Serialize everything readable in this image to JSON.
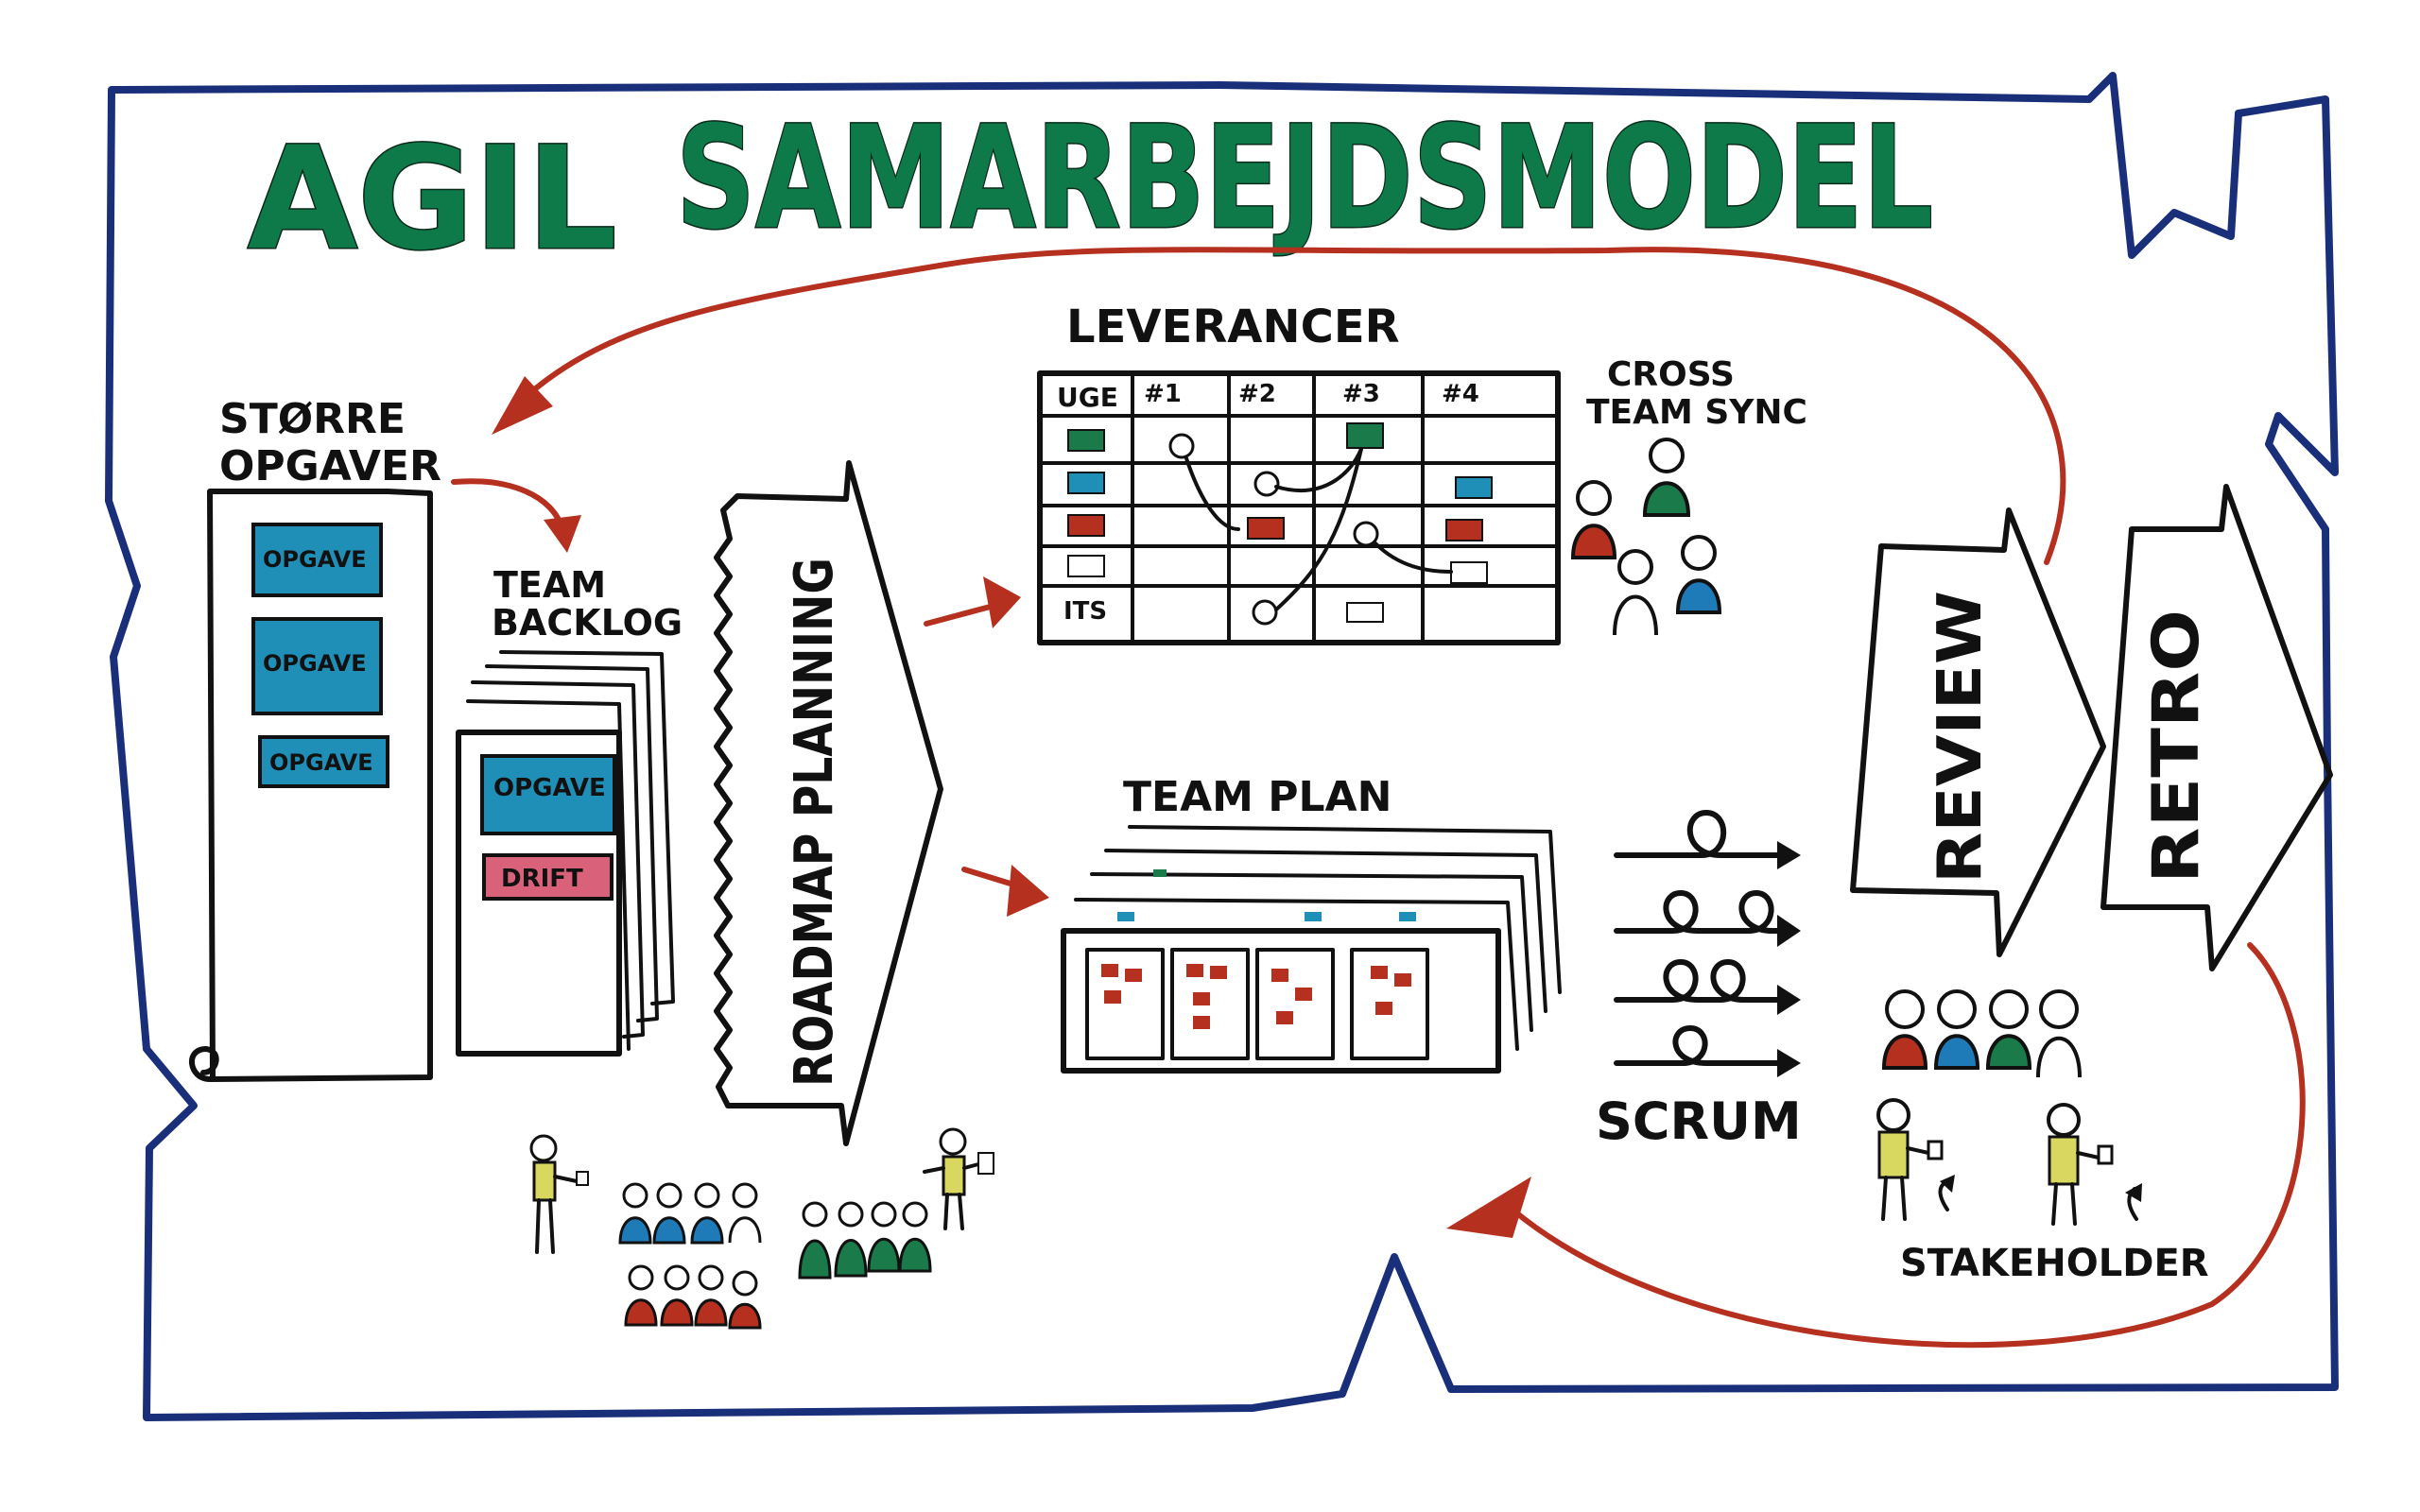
{
  "title_left": "AGIL",
  "title_right": "SAMARBEJDSMODEL",
  "larger_tasks": {
    "heading_line1": "STØRRE",
    "heading_line2": "OPGAVER",
    "items": [
      "OPGAVE",
      "OPGAVE",
      "OPGAVE"
    ]
  },
  "team_backlog": {
    "heading_line1": "TEAM",
    "heading_line2": "BACKLOG",
    "items": [
      "OPGAVE",
      "DRIFT"
    ]
  },
  "roadmap_planning": "ROADMAP PLANNING",
  "deliverables": {
    "heading": "LEVERANCER",
    "week_header": "UGE",
    "weeks": [
      "#1",
      "#2",
      "#3",
      "#4"
    ],
    "its_label": "ITS"
  },
  "cross_team_sync": {
    "line1": "CROSS",
    "line2": "TEAM SYNC"
  },
  "team_plan": "TEAM PLAN",
  "scrum": "SCRUM",
  "review": "REVIEW",
  "retro": "RETRO",
  "stakeholder": "STAKEHOLDER",
  "colors": {
    "frame": "#1a2f7a",
    "title_green": "#0e7a4a",
    "task_blue": "#1f8fb8",
    "drift_pink": "#d9627a",
    "arrow_red": "#b5301f",
    "person_red": "#b5301f",
    "person_blue": "#1f7ab8",
    "person_green": "#1a7a4a",
    "stakeholder_yellow": "#d8d860"
  }
}
